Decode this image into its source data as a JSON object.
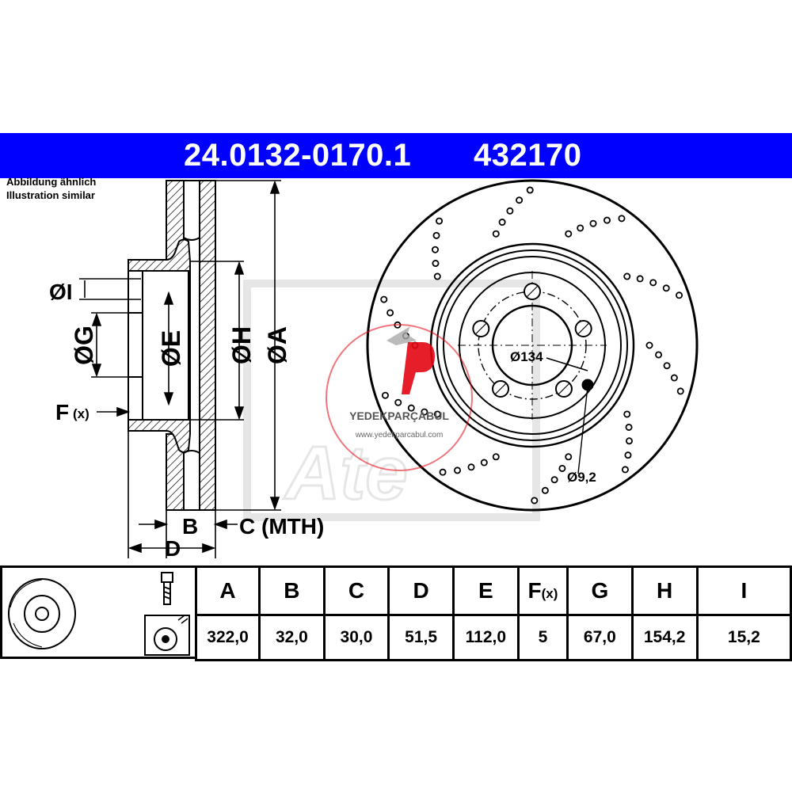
{
  "header": {
    "part_number": "24.0132-0170.1",
    "ref_number": "432170",
    "background": "#0000ff"
  },
  "note": {
    "line1": "Abbildung ähnlich",
    "line2": "Illustration similar"
  },
  "side_view": {
    "dim_I": "ØI",
    "dim_G": "ØG",
    "dim_E": "ØE",
    "dim_H": "ØH",
    "dim_A": "ØA",
    "dim_F": "F",
    "dim_F_suffix": "(x)",
    "dim_B": "B",
    "dim_C": "C (MTH)",
    "dim_D": "D"
  },
  "front_view": {
    "bolt_circle": "Ø134",
    "hole_diameter": "Ø9,2",
    "bolt_holes": 5
  },
  "watermark": {
    "brand": "YEDEKPARÇABUL",
    "url": "www.yedekparcabul.com",
    "accent": "#e30613"
  },
  "spec_table": {
    "columns": [
      "A",
      "B",
      "C",
      "D",
      "E",
      "F",
      "G",
      "H",
      "I"
    ],
    "f_suffix": "(x)",
    "values": [
      "322,0",
      "32,0",
      "30,0",
      "51,5",
      "112,0",
      "5",
      "67,0",
      "154,2",
      "15,2"
    ]
  }
}
